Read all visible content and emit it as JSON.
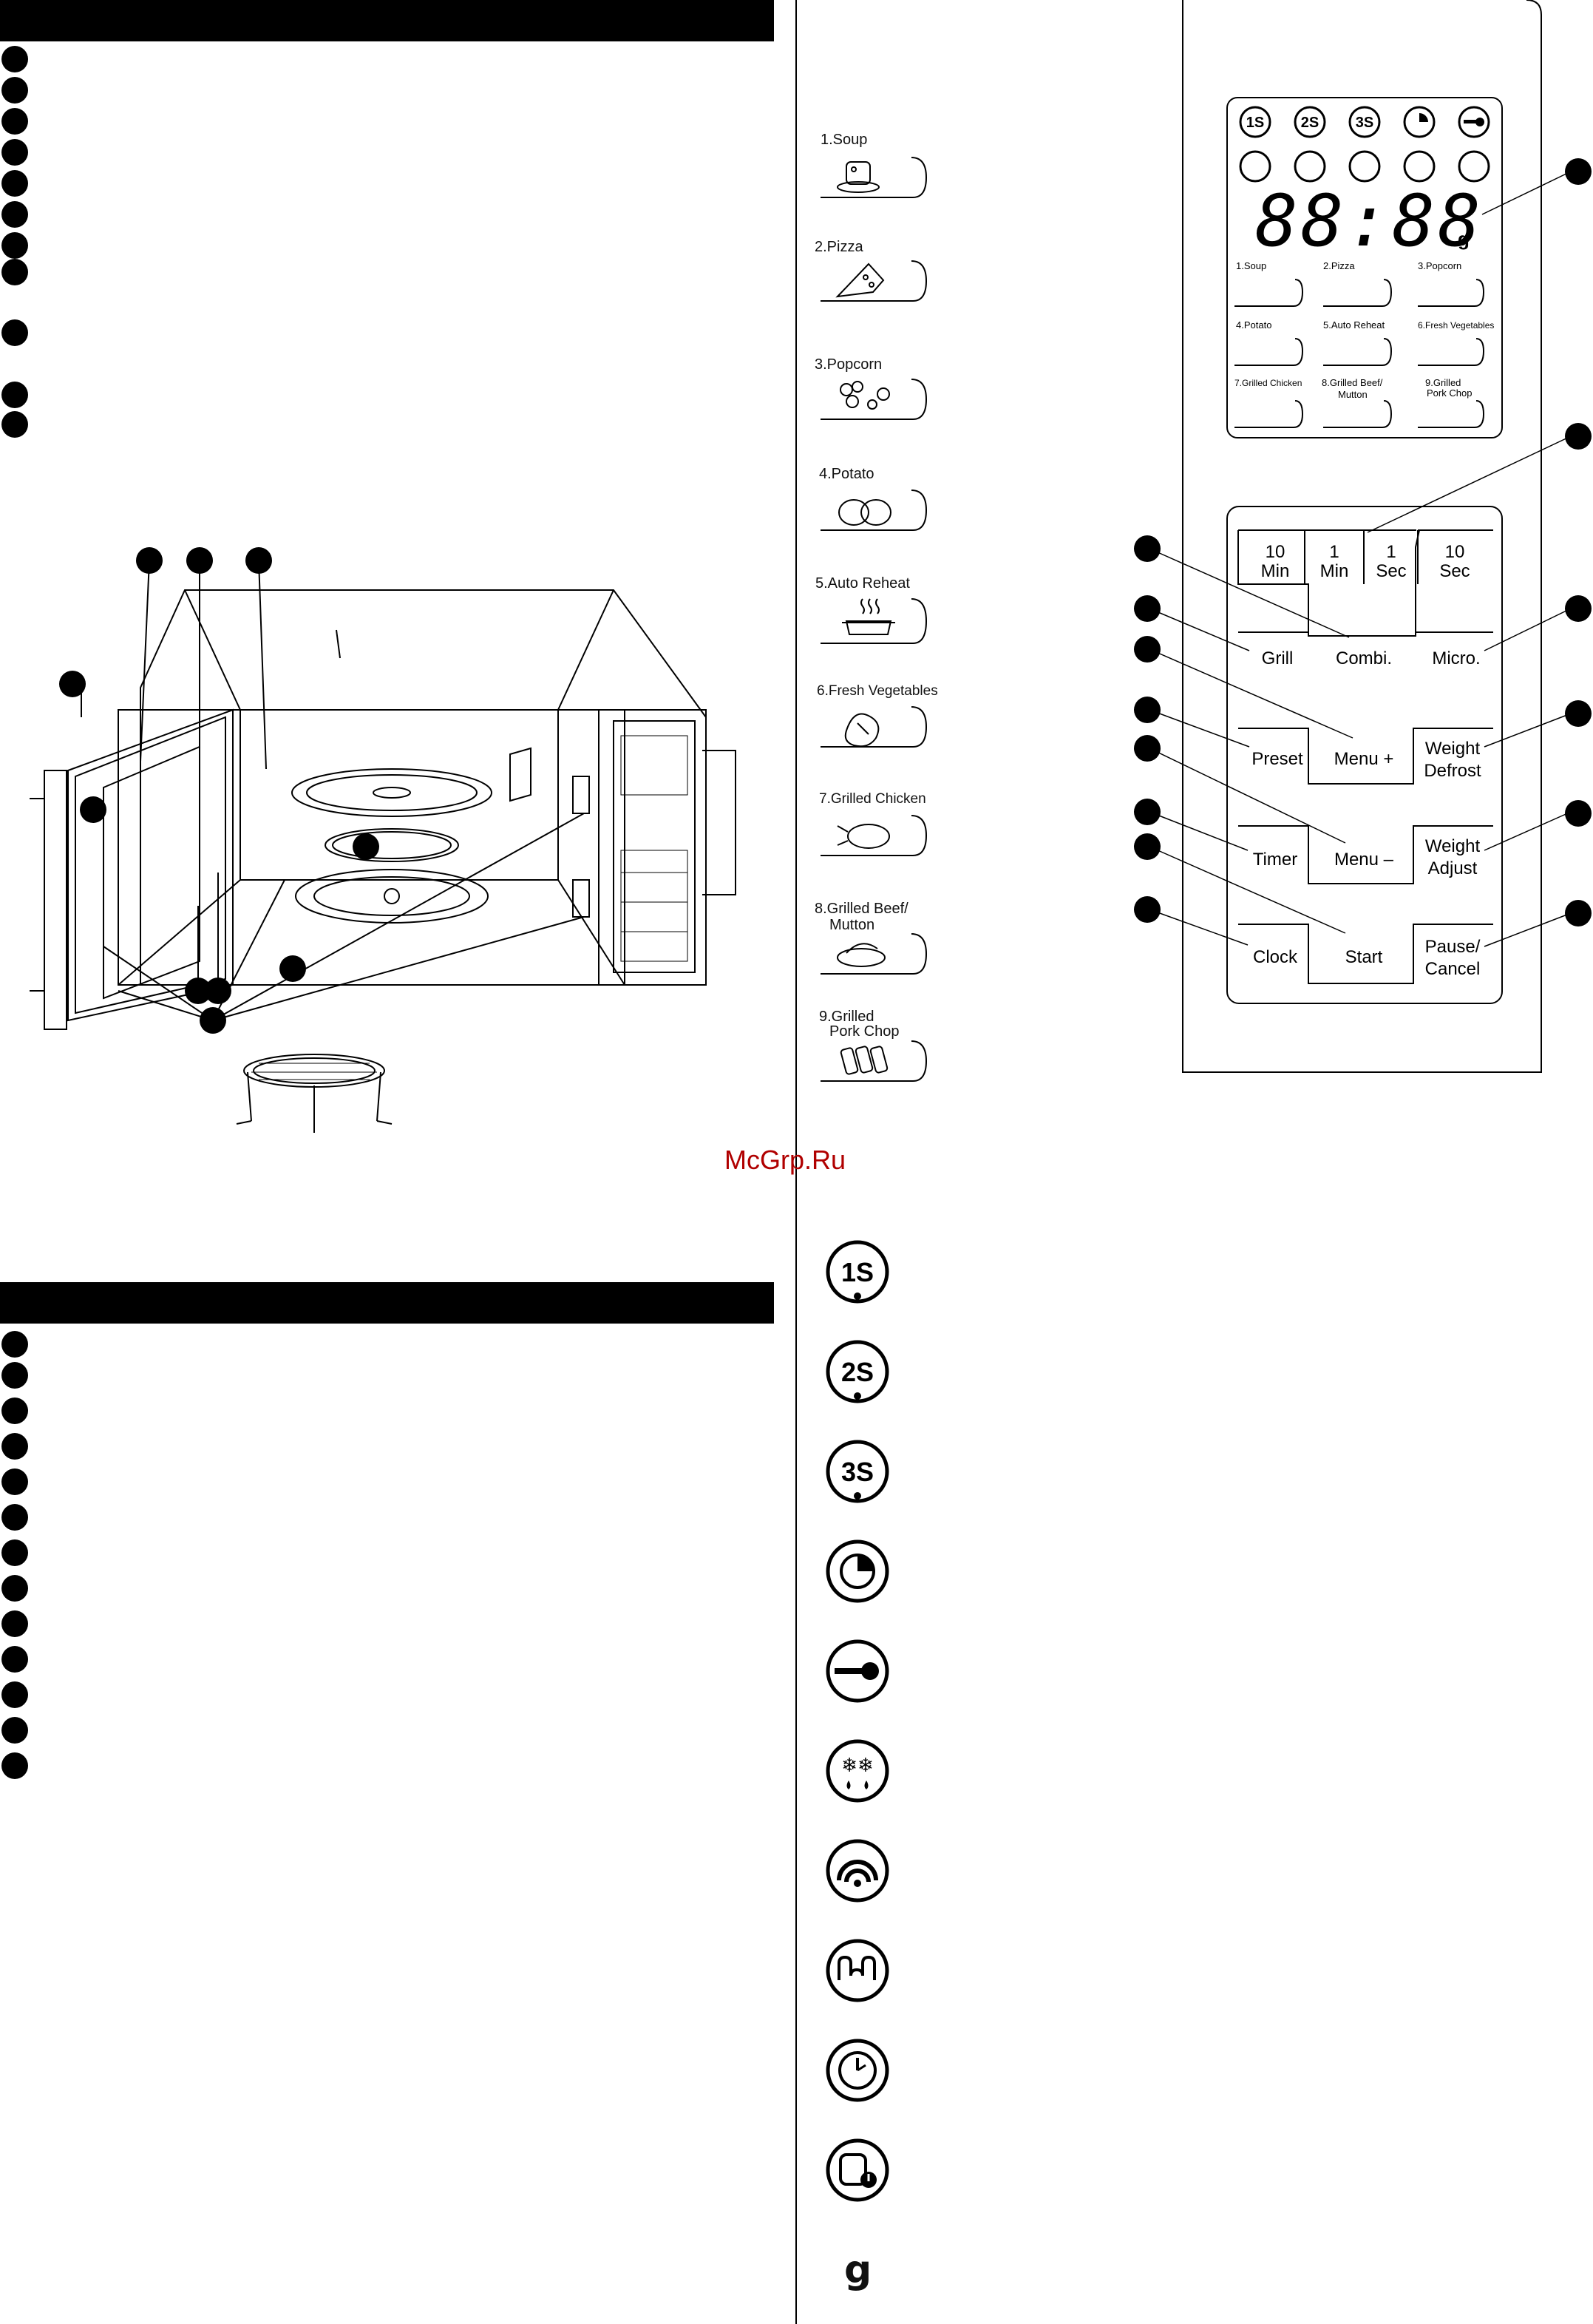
{
  "watermark": "McGrp.Ru",
  "menu_items": [
    {
      "label": "1.Soup",
      "icon": "soup-icon"
    },
    {
      "label": "2.Pizza",
      "icon": "pizza-icon"
    },
    {
      "label": "3.Popcorn",
      "icon": "popcorn-icon"
    },
    {
      "label": "4.Potato",
      "icon": "potato-icon"
    },
    {
      "label": "5.Auto Reheat",
      "icon": "reheat-icon"
    },
    {
      "label": "6.Fresh Vegetables",
      "icon": "vegetables-icon"
    },
    {
      "label": "7.Grilled Chicken",
      "icon": "chicken-icon"
    },
    {
      "label": "8.Grilled Beef/",
      "label2": "Mutton",
      "icon": "beef-icon"
    },
    {
      "label": "9.Grilled",
      "label2": "Pork Chop",
      "icon": "pork-chop-icon"
    }
  ],
  "display": {
    "digits": "88:88",
    "unit": "g",
    "status_row1": [
      "1S",
      "2S",
      "3S"
    ],
    "menu": [
      {
        "label": "1.Soup"
      },
      {
        "label": "2.Pizza"
      },
      {
        "label": "3.Popcorn"
      },
      {
        "label": "4.Potato"
      },
      {
        "label": "5.Auto Reheat"
      },
      {
        "label": "6.Fresh Vegetables"
      },
      {
        "label": "7.Grilled Chicken"
      },
      {
        "label": "8.Grilled Beef/",
        "label2": "Mutton"
      },
      {
        "label": "9.Grilled",
        "label2": "Pork Chop"
      }
    ]
  },
  "keypad": {
    "time_keys": [
      {
        "top": "10",
        "bottom": "Min"
      },
      {
        "top": "1",
        "bottom": "Min"
      },
      {
        "top": "1",
        "bottom": "Sec"
      },
      {
        "top": "10",
        "bottom": "Sec"
      }
    ],
    "grill": "Grill",
    "combi": "Combi.",
    "micro": "Micro.",
    "preset": "Preset",
    "menu_plus": "Menu +",
    "weight_defrost_1": "Weight",
    "weight_defrost_2": "Defrost",
    "timer": "Timer",
    "menu_minus": "Menu –",
    "weight_adjust_1": "Weight",
    "weight_adjust_2": "Adjust",
    "clock": "Clock",
    "start": "Start",
    "pause_1": "Pause/",
    "pause_2": "Cancel"
  },
  "legend": {
    "s1": "1S",
    "s2": "2S",
    "s3": "3S",
    "unit": "g"
  }
}
